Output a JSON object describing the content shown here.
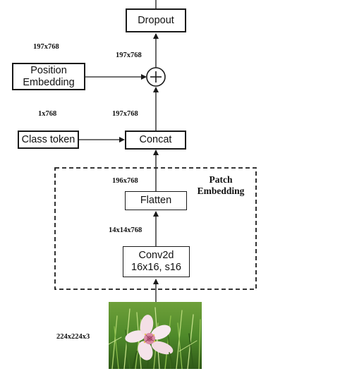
{
  "nodes": {
    "dropout": "Dropout",
    "position_embedding_1": "Position",
    "position_embedding_2": "Embedding",
    "class_token": "Class token",
    "concat": "Concat",
    "flatten": "Flatten",
    "conv2d_1": "Conv2d",
    "conv2d_2": "16x16, s16",
    "plus_symbol": "+"
  },
  "group": {
    "title_1": "Patch",
    "title_2": "Embedding"
  },
  "shapes": {
    "pos_embed": "197x768",
    "add_out": "197x768",
    "class_token": "1x768",
    "concat_out": "197x768",
    "flatten_out": "196x768",
    "conv_out": "14x14x768",
    "input": "224x224x3"
  },
  "image": {
    "icon": "flower-photo",
    "colors": {
      "grass": "#4f8a2a",
      "grass_dark": "#2f5a18",
      "petal": "#f4dfe6",
      "center": "#d98aa4"
    }
  }
}
